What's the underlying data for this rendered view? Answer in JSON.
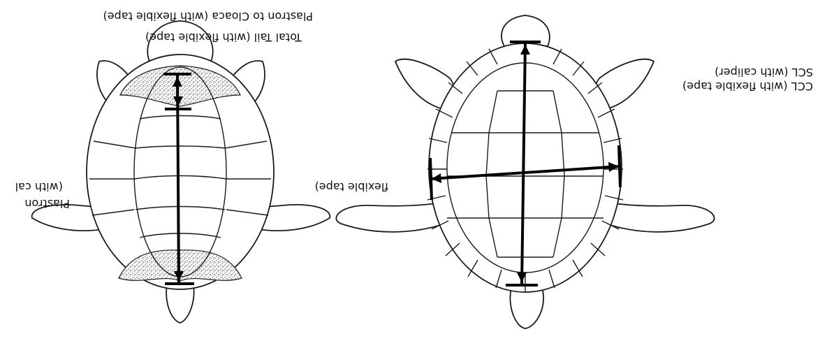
{
  "labels": {
    "total_tail": "Total Tail (with flexible tape)",
    "plastron_cloaca": "Plastron to Cloaca (with flexible tape)",
    "plastron": "Plastron",
    "with_cal": "(with cal",
    "flexible_tape": "flexible tape)",
    "scl": "SCL (with caliper)",
    "ccl": "CCL (with flexible tape)"
  },
  "colors": {
    "ink": "#1a1a1a",
    "background": "#ffffff",
    "stipple": "#555555"
  }
}
